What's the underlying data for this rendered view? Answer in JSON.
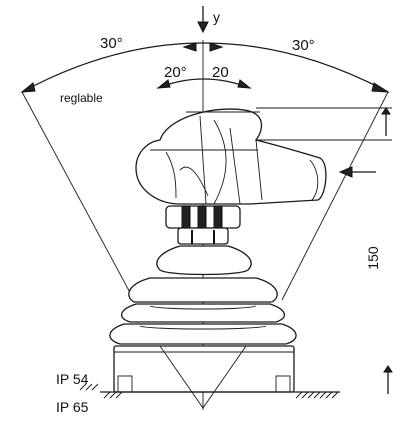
{
  "drawing": {
    "axis_label": "y",
    "angle_left_outer": "30°",
    "angle_right_outer": "30°",
    "angle_left_inner": "20°",
    "angle_right_inner": "20",
    "range_label": "reglable",
    "height_dimension": "150",
    "protection_upper": "IP 54",
    "protection_lower": "IP 65"
  }
}
